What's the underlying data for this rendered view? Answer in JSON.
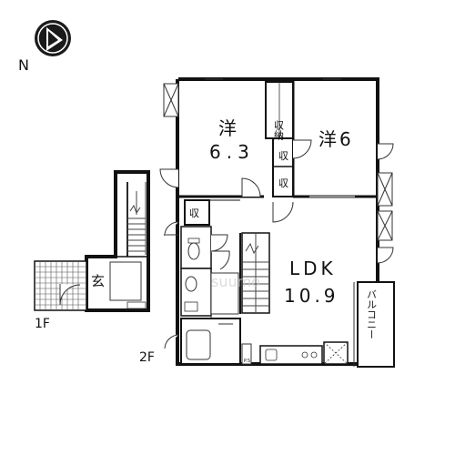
{
  "compass": {
    "label": "N",
    "icon": "north-arrow-icon"
  },
  "floors": {
    "first": "1F",
    "second": "2F"
  },
  "rooms": {
    "western_a": {
      "name": "洋",
      "size": "6.3"
    },
    "western_b": {
      "name": "洋",
      "size": "6"
    },
    "ldk": {
      "name": "LDK",
      "size": "10.9"
    },
    "entrance": "玄",
    "storage": "収",
    "storage_full": "収納",
    "balcony": "バルコニー"
  },
  "small_labels": {
    "ps": "P.S"
  },
  "watermark": "suumo",
  "colors": {
    "wall": "#111111",
    "line": "#333333",
    "stairs": "#444444",
    "watermark": "#cfcfcf"
  }
}
